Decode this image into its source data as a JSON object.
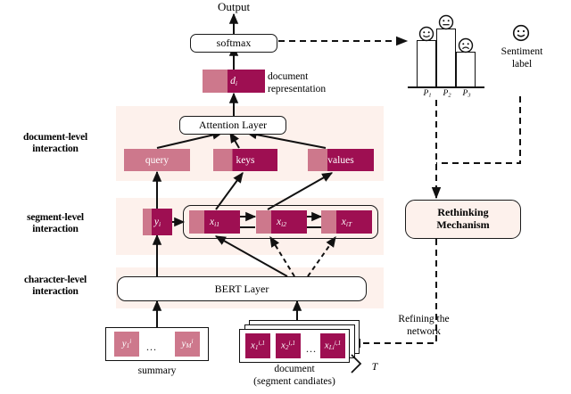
{
  "diagram": {
    "title_top": "Output",
    "left_labels": [
      {
        "id": "document-level",
        "line1": "document-level",
        "line2": "interaction"
      },
      {
        "id": "segment-level",
        "line1": "segment-level",
        "line2": "interaction"
      },
      {
        "id": "character-level",
        "line1": "character-level",
        "line2": "interaction"
      }
    ],
    "nodes": {
      "softmax": "softmax",
      "attention_layer": "Attention Layer",
      "bert_layer": "BERT Layer",
      "rethinking": {
        "line1": "Rethinking",
        "line2": "Mechanism"
      }
    },
    "doc_representation": {
      "cell_label_base": "d",
      "cell_label_sub": "i",
      "caption_line1": "document",
      "caption_line2": "representation"
    },
    "qkv": [
      {
        "name": "query",
        "label": "query",
        "style": "pink"
      },
      {
        "name": "keys",
        "label": "keys",
        "style": "dual"
      },
      {
        "name": "values",
        "label": "values",
        "style": "dual"
      }
    ],
    "segment_chain": {
      "y_cell": {
        "base": "y",
        "sub": "i"
      },
      "cells": [
        {
          "base": "x",
          "sub": "i1"
        },
        {
          "base": "x",
          "sub": "i2"
        },
        {
          "base": "x",
          "sub": "iT"
        }
      ]
    },
    "summary": {
      "caption": "summary",
      "tokens": [
        {
          "base": "y",
          "sub": "1",
          "sup": "i"
        },
        {
          "base": "y",
          "sub": "M",
          "sup": "i"
        }
      ],
      "ellipsis": "..."
    },
    "document": {
      "caption_line1": "document",
      "caption_line2": "(segment candiates)",
      "stack_label": "T",
      "tokens": [
        {
          "base": "x",
          "sub": "1",
          "sup": "i,1"
        },
        {
          "base": "x",
          "sub": "2",
          "sup": "i,1"
        },
        {
          "base": "x",
          "sub": "Li",
          "sup": "i,1"
        }
      ],
      "ellipsis": "..."
    },
    "refining": {
      "line1": "Refining the",
      "line2": "network"
    },
    "sentiment": {
      "caption_line1": "Sentiment",
      "caption_line2": "label",
      "face": "smiley-face"
    },
    "colors": {
      "dark_maroon": "#9e0f52",
      "light_pink": "#cd788c",
      "band_bg": "#fdf1ec",
      "stroke": "#111111",
      "page_bg": "#ffffff"
    }
  },
  "chart_data": {
    "type": "bar",
    "title": "",
    "categories": [
      "P1",
      "P2",
      "P3"
    ],
    "tick_labels": [
      {
        "base": "P",
        "sub": "1"
      },
      {
        "base": "P",
        "sub": "2"
      },
      {
        "base": "P",
        "sub": "3"
      }
    ],
    "values": [
      0.72,
      1.0,
      0.52
    ],
    "annotations": [
      "happy-face",
      "neutral-face",
      "sad-face"
    ],
    "xlabel": "",
    "ylabel": "",
    "ylim": [
      0,
      1.15
    ],
    "grid": false,
    "legend": "none"
  }
}
